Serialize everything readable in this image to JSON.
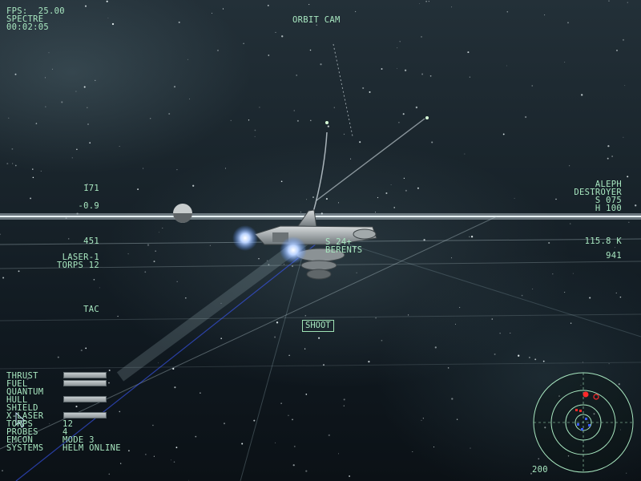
{
  "hud_top_left": {
    "fps": "FPS:  25.00",
    "ship_class": "SPECTRE",
    "clock": "00:02:05"
  },
  "camera": {
    "mode": "ORBIT CAM"
  },
  "left_readouts": {
    "speed": "171",
    "rate": "-0.9",
    "range": "451",
    "weapon": "LASER-1",
    "torps": "TORPS 12",
    "mode": "TAC"
  },
  "target_right": {
    "name": "ALEPH",
    "class": "DESTROYER",
    "shield": "S 075",
    "hull": "H 100",
    "distance": "115.8 K",
    "closing": "941"
  },
  "ship_tag": {
    "shield": "S 24+",
    "name": "BERENTS"
  },
  "shoot_button": "SHOOT",
  "status_panel": {
    "rows": [
      {
        "label": "THRUST",
        "value": "",
        "level": 1.0
      },
      {
        "label": "FUEL",
        "value": "",
        "level": 1.0
      },
      {
        "label": "QUANTUM",
        "value": "",
        "level": 0.0
      },
      {
        "label": "HULL",
        "value": "",
        "level": 1.0
      },
      {
        "label": "SHIELD",
        "value": "",
        "level": 0.0
      },
      {
        "label": "X-LASER",
        "value": "",
        "level": 1.0
      },
      {
        "label": "TORPS",
        "value": "12"
      },
      {
        "label": "PROBES",
        "value": "4"
      },
      {
        "label": "EMCON",
        "value": "MODE 3"
      },
      {
        "label": "SYSTEMS",
        "value": "HELM ONLINE"
      }
    ]
  },
  "radar": {
    "range": "200"
  },
  "colors": {
    "hud": "#a8e7c0",
    "engine": "#8fb8ff",
    "hostile": "#ff2a2a",
    "friendly": "#3a5cff"
  }
}
